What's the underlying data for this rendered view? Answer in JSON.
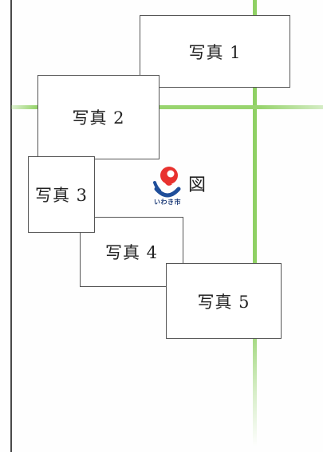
{
  "photos": [
    {
      "label": "写真 1"
    },
    {
      "label": "写真 2"
    },
    {
      "label": "写真 3"
    },
    {
      "label": "写真 4"
    },
    {
      "label": "写真 5"
    }
  ],
  "figure_label": "図",
  "logo": {
    "text": "いわき市",
    "icon": "iwaki-city-emblem-icon",
    "colors": {
      "red": "#e8322f",
      "blue": "#1f4e9a"
    }
  },
  "colors": {
    "green_line": "#8fd064",
    "box_border": "#555555"
  }
}
